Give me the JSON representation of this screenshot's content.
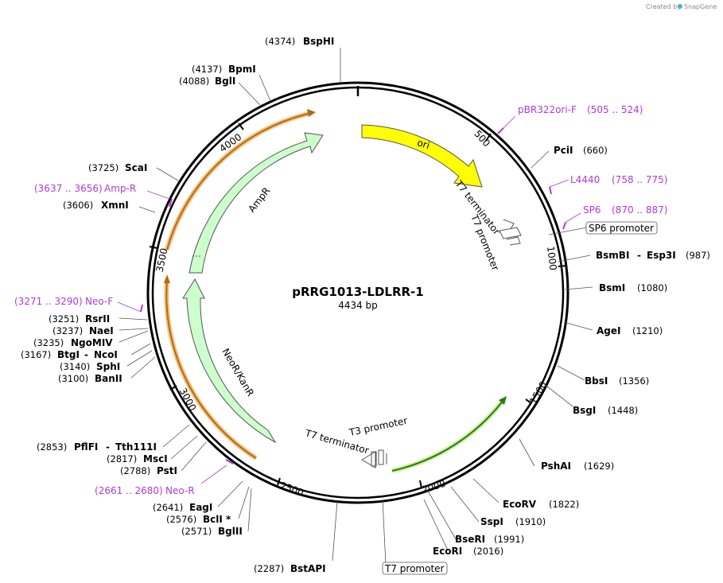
{
  "credit": {
    "text": "Created by",
    "brand": "SnapGene"
  },
  "plasmid": {
    "name": "pRRG1013-LDLRR-1",
    "size_label": "4434 bp"
  },
  "ticks": [
    "500",
    "1000",
    "1500",
    "2000",
    "2500",
    "3000",
    "3500",
    "4000"
  ],
  "enzymes": [
    {
      "name": "BspHI",
      "pos": "(4374)"
    },
    {
      "name": "BpmI",
      "pos": "(4137)"
    },
    {
      "name": "BglI",
      "pos": "(4088)"
    },
    {
      "name": "ScaI",
      "pos": "(3725)"
    },
    {
      "name": "XmnI",
      "pos": "(3606)"
    },
    {
      "name": "RsrII",
      "pos": "(3251)"
    },
    {
      "name": "NaeI",
      "pos": "(3237)"
    },
    {
      "name": "NgoMIV",
      "pos": "(3235)"
    },
    {
      "name": "BtgI",
      "name2": "NcoI",
      "pos": "(3167)"
    },
    {
      "name": "SphI",
      "pos": "(3140)"
    },
    {
      "name": "BanII",
      "pos": "(3100)"
    },
    {
      "name": "PflFI",
      "name2": "Tth111I",
      "pos": "(2853)"
    },
    {
      "name": "MscI",
      "pos": "(2817)"
    },
    {
      "name": "PstI",
      "pos": "(2788)"
    },
    {
      "name": "EagI",
      "pos": "(2641)"
    },
    {
      "name": "BclI *",
      "pos": "(2576)"
    },
    {
      "name": "BglII",
      "pos": "(2571)"
    },
    {
      "name": "BstAPI",
      "pos": "(2287)"
    },
    {
      "name": "PciI",
      "pos": "(660)"
    },
    {
      "name": "BsmBI",
      "name2": "Esp3I",
      "pos": "(987)"
    },
    {
      "name": "BsmI",
      "pos": "(1080)"
    },
    {
      "name": "AgeI",
      "pos": "(1210)"
    },
    {
      "name": "BbsI",
      "pos": "(1356)"
    },
    {
      "name": "BsgI",
      "pos": "(1448)"
    },
    {
      "name": "PshAI",
      "pos": "(1629)"
    },
    {
      "name": "EcoRV",
      "pos": "(1822)"
    },
    {
      "name": "SspI",
      "pos": "(1910)"
    },
    {
      "name": "BseRI",
      "pos": "(1991)"
    },
    {
      "name": "EcoRI",
      "pos": "(2016)"
    }
  ],
  "primers": [
    {
      "name": "pBR322ori-F",
      "range": "(505 .. 524)"
    },
    {
      "name": "L4440",
      "range": "(758 .. 775)"
    },
    {
      "name": "SP6",
      "range": "(870 .. 887)"
    },
    {
      "name": "Amp-R",
      "range": "(3637 .. 3656)"
    },
    {
      "name": "Neo-F",
      "range": "(3271 .. 3290)"
    },
    {
      "name": "Neo-R",
      "range": "(2661 .. 2680)"
    }
  ],
  "features": {
    "ori": "ori",
    "ampr": "AmpR",
    "neor": "NeoR/KanR",
    "t7_terminator_top": "T7 terminator",
    "t7_promoter_top": "T7 promoter",
    "t3_promoter": "T3 promoter",
    "t7_terminator_bottom": "T7 terminator"
  },
  "boxed_labels": {
    "sp6_promoter": "SP6 promoter",
    "t7_promoter": "T7 promoter"
  },
  "colors": {
    "primer": "#b03ad6",
    "ori": "#ffff00",
    "ampr": "#ccffcc",
    "orf_orange": "#f0a030",
    "orf_green": "#2a7a10",
    "backbone": "#000000"
  }
}
